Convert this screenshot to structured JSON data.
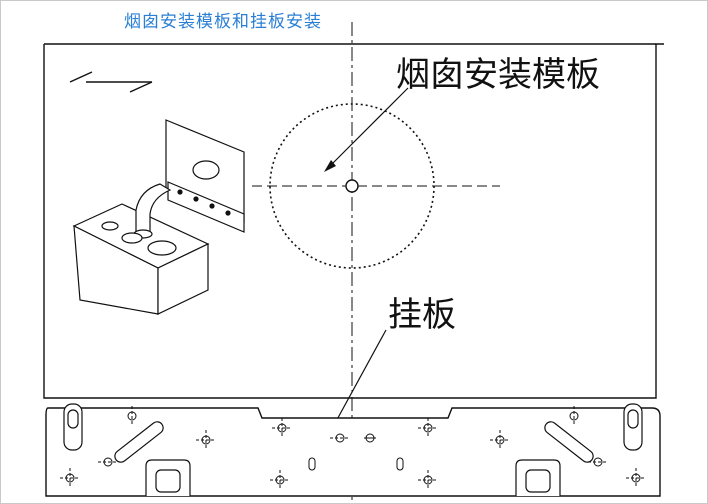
{
  "page": {
    "heading": "烟囱安装模板和挂板安装"
  },
  "diagram": {
    "template_label": "烟囱安装模板",
    "bracket_label": "挂板"
  },
  "colors": {
    "heading": "#2a7fd4",
    "line": "#111111",
    "border": "#c9c9c9"
  }
}
